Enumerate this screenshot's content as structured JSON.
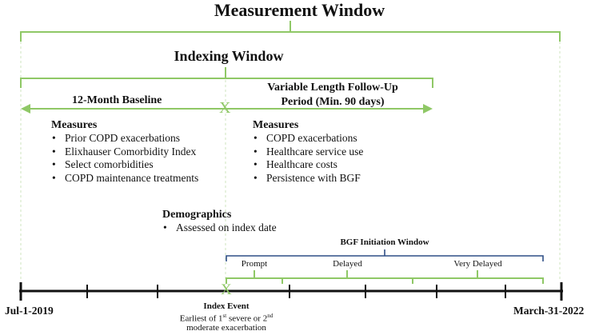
{
  "measurement_window": "Measurement Window",
  "indexing_window": "Indexing Window",
  "baseline": "12-Month Baseline",
  "followup": {
    "line1": "Variable Length Follow-Up",
    "line2": "Period (Min. 90 days)"
  },
  "x_mark": "X",
  "measures_left": {
    "title": "Measures",
    "items": [
      "Prior COPD exacerbations",
      "Elixhauser Comorbidity Index",
      "Select comorbidities",
      "COPD maintenance treatments"
    ]
  },
  "measures_right": {
    "title": "Measures",
    "items": [
      "COPD exacerbations",
      "Healthcare service use",
      "Healthcare costs",
      "Persistence with BGF"
    ]
  },
  "demographics": {
    "title": "Demographics",
    "items": [
      "Assessed on index date"
    ]
  },
  "bgf_window": {
    "title": "BGF Initiation Window",
    "segments": [
      "Prompt",
      "Delayed",
      "Very Delayed"
    ]
  },
  "timeline": {
    "start": "Jul-1-2019",
    "end": "March-31-2022"
  },
  "index_event": {
    "title": "Index Event",
    "line1_pre": "Earliest of 1",
    "sup1": "st",
    "line1_mid": " severe or 2",
    "sup2": "nd",
    "line2": "moderate exacerbation"
  },
  "colors": {
    "green": "#8fc866",
    "blue": "#2f4f86",
    "black": "#111111"
  }
}
